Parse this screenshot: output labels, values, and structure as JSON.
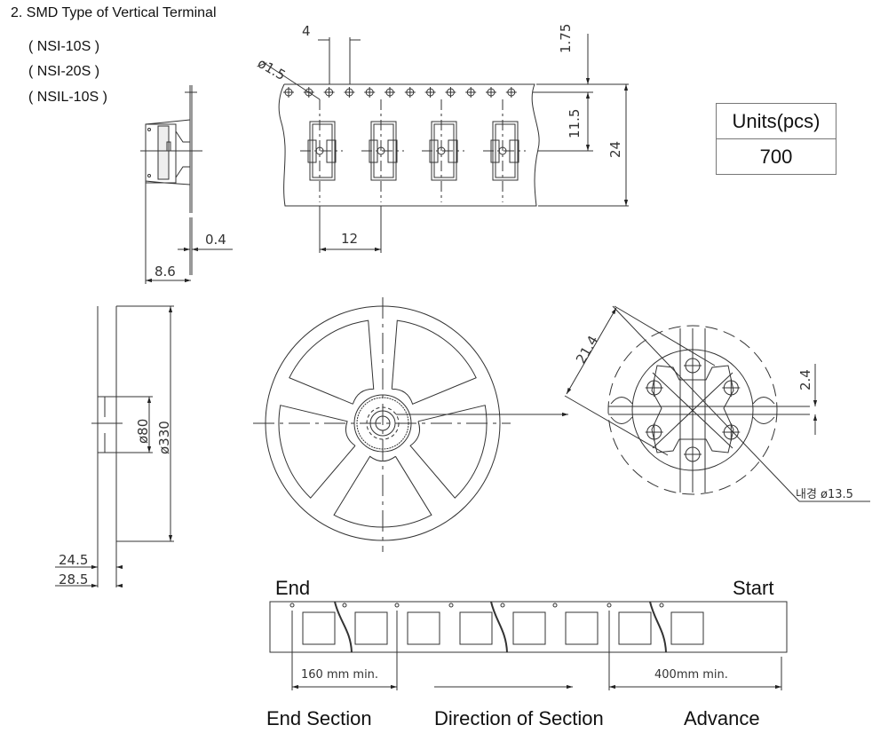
{
  "title": "2. SMD Type of Vertical Terminal",
  "models": [
    "( NSI-10S )",
    "( NSI-20S )",
    "( NSIL-10S )"
  ],
  "units_table": {
    "header": "Units(pcs)",
    "value": "700"
  },
  "tape_dimensions": {
    "hole_pitch": "4",
    "hole_diameter": "ø1.5",
    "edge_to_hole": "1.75",
    "hole_to_center": "11.5",
    "tape_width": "24",
    "pocket_pitch": "12"
  },
  "component_side_dimensions": {
    "thickness": "0.4",
    "height": "8.6"
  },
  "reel_side_dimensions": {
    "hub_diameter": "ø80",
    "reel_diameter": "ø330",
    "inner_width": "24.5",
    "outer_width": "28.5"
  },
  "hub_detail_dimensions": {
    "across": "21.4",
    "slot": "2.4",
    "inner_diameter": "내경 ø13.5"
  },
  "leader_tape": {
    "end_label": "End",
    "start_label": "Start",
    "end_length": "160 mm min.",
    "start_length": "400mm min.",
    "sections": [
      "End Section",
      "Direction of Section",
      "Advance"
    ]
  }
}
